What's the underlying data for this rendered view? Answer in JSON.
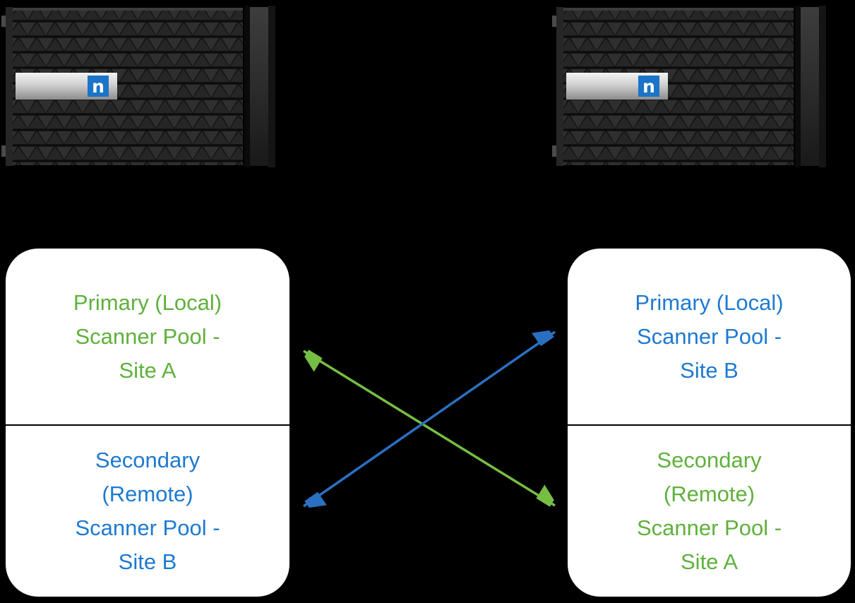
{
  "page": {
    "background": "#000000"
  },
  "colors": {
    "text_green": "#5FB13C",
    "text_blue": "#1E7AD0",
    "arrow_green": "#76BE43",
    "arrow_blue": "#2A70C2",
    "box_background": "#FFFFFF",
    "divider": "#000000",
    "logo_blue": "#1B74C8",
    "logo_letter_color": "#FFFFFF"
  },
  "appliances": {
    "left": {
      "logo_letter": "n"
    },
    "right": {
      "logo_letter": "n"
    }
  },
  "pools": {
    "left_primary": "Primary (Local)\nScanner Pool -\nSite A",
    "left_secondary": "Secondary\n(Remote)\nScanner Pool -\nSite B",
    "right_primary": "Primary (Local)\nScanner Pool -\nSite B",
    "right_secondary": "Secondary\n(Remote)\nScanner Pool -\nSite A"
  }
}
